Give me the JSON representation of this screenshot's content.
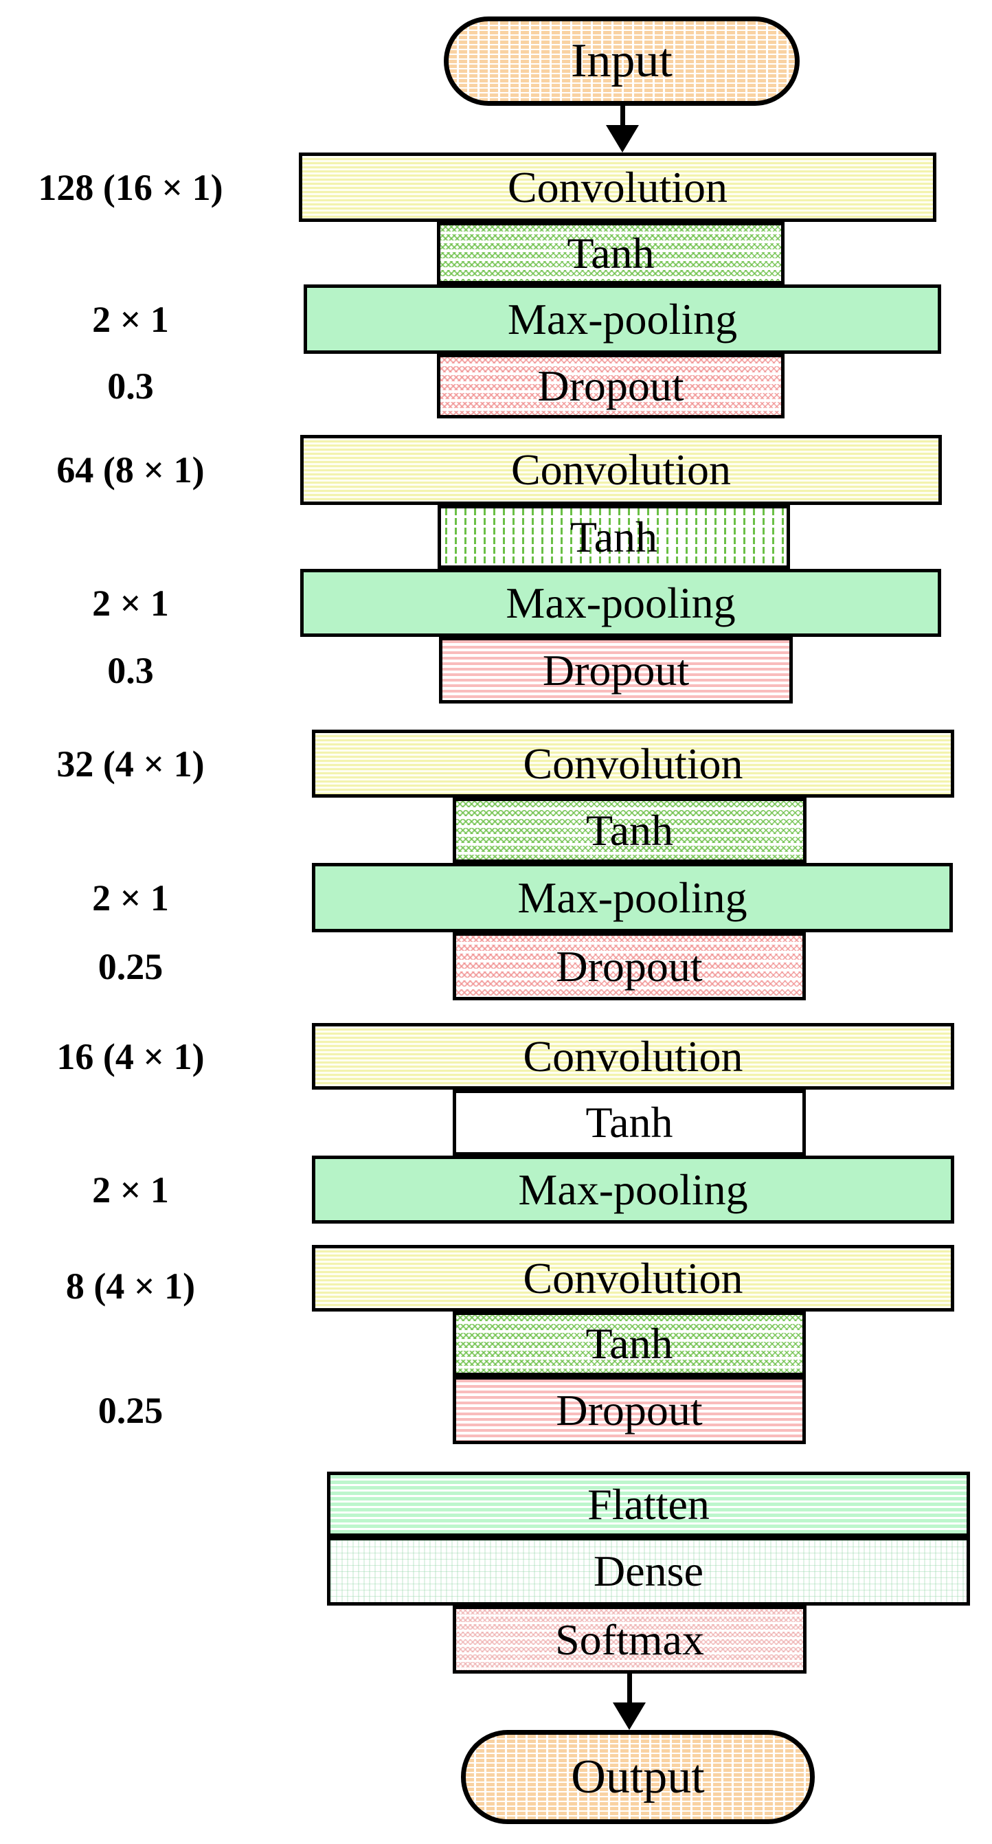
{
  "diagram": {
    "input": {
      "label": "Input"
    },
    "output": {
      "label": "Output"
    },
    "layers": {
      "conv1": {
        "label": "Convolution",
        "side": "128 (16 × 1)"
      },
      "tanh1": {
        "label": "Tanh"
      },
      "pool1": {
        "label": "Max-pooling",
        "side": "2 × 1"
      },
      "drop1": {
        "label": "Dropout",
        "side": "0.3"
      },
      "conv2": {
        "label": "Convolution",
        "side": "64 (8 × 1)"
      },
      "tanh2": {
        "label": "Tanh"
      },
      "pool2": {
        "label": "Max-pooling",
        "side": "2 × 1"
      },
      "drop2": {
        "label": "Dropout",
        "side": "0.3"
      },
      "conv3": {
        "label": "Convolution",
        "side": "32 (4 × 1)"
      },
      "tanh3": {
        "label": "Tanh"
      },
      "pool3": {
        "label": "Max-pooling",
        "side": "2 × 1"
      },
      "drop3": {
        "label": "Dropout",
        "side": "0.25"
      },
      "conv4": {
        "label": "Convolution",
        "side": "16 (4 × 1)"
      },
      "tanh4": {
        "label": "Tanh"
      },
      "pool4": {
        "label": "Max-pooling",
        "side": "2 × 1"
      },
      "conv5": {
        "label": "Convolution",
        "side": "8 (4 × 1)"
      },
      "tanh5": {
        "label": "Tanh"
      },
      "drop5": {
        "label": "Dropout",
        "side": "0.25"
      }
    },
    "tail": {
      "flatten": {
        "label": "Flatten"
      },
      "dense": {
        "label": "Dense"
      },
      "softmax": {
        "label": "Softmax"
      }
    },
    "icons": {
      "flow_arrow": "arrow-down"
    },
    "colors": {
      "border": "#000000",
      "convolution_stripe": "#f3f3ae",
      "maxpool_fill": "#b6f3c7",
      "tanh_accent": "#6abf45",
      "dropout_accent": "#f9bcbc",
      "flatten_stripe": "#bdf6cd",
      "softmax_accent": "#eba0a0",
      "io_stripe": "#f9d2a2"
    }
  }
}
